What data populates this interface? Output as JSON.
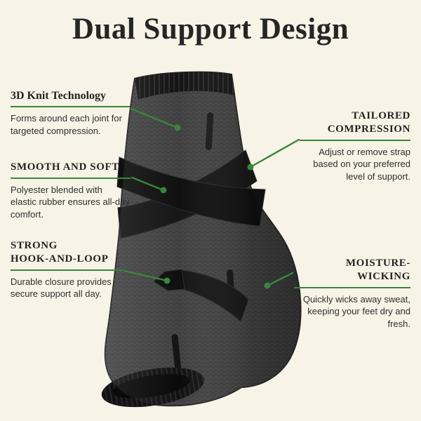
{
  "title": "Dual Support Design",
  "colors": {
    "background": "#f7f4e7",
    "accent": "#37873a",
    "heading": "#222222",
    "body": "#2e2e2e",
    "product_gray": "#3f3f3f",
    "product_black": "#141414"
  },
  "callouts": {
    "knit": {
      "heading": "3D Knit Technology",
      "body": "Forms around each joint for targeted compression."
    },
    "smooth": {
      "heading": "SMOOTH AND SOFT",
      "body": "Polyester blended with elastic rubber ensures all-day comfort."
    },
    "hook": {
      "heading_lines": [
        "STRONG",
        "HOOK-AND-LOOP"
      ],
      "body": "Durable closure provides secure support all day."
    },
    "tailored": {
      "heading_lines": [
        "TAILORED",
        "COMPRESSION"
      ],
      "body": "Adjust or remove strap based on your preferred level of support."
    },
    "moisture": {
      "heading": "MOISTURE-WICKING",
      "body": "Quickly wicks away sweat, keeping your feet dry and fresh."
    }
  },
  "product": {
    "description": "Black knit ankle compression sleeve with crossing hook-and-loop support straps"
  }
}
